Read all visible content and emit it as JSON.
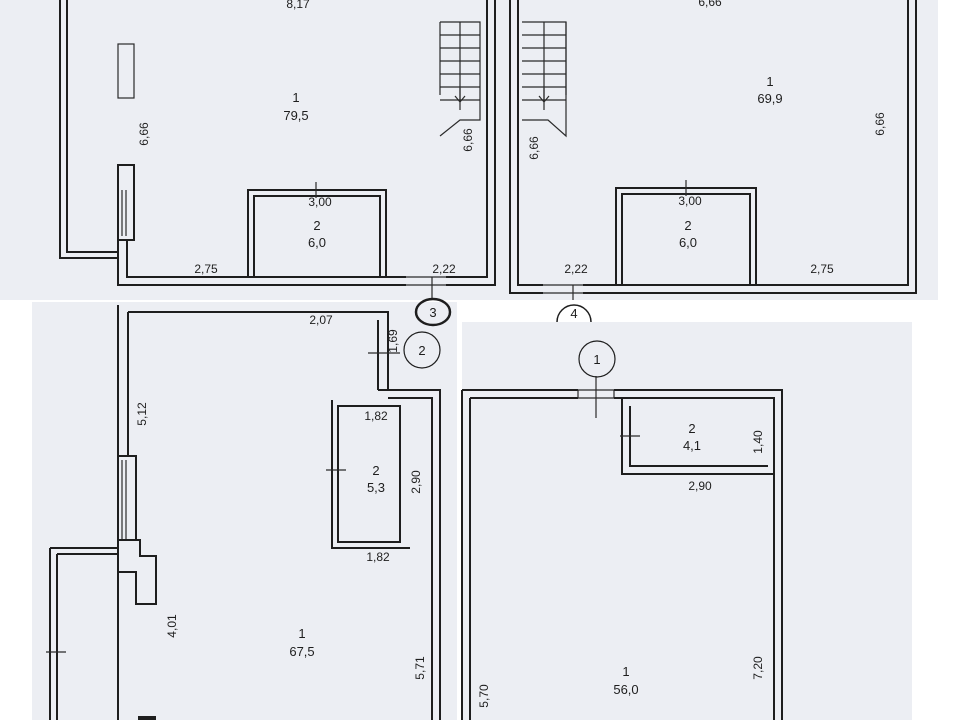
{
  "plans": {
    "top_left": {
      "room1_num": "1",
      "room1_area": "79,5",
      "room2_num": "2",
      "room2_area": "6,0",
      "dim_top": "8,17",
      "dim_left": "6,66",
      "dim_stair": "6,66",
      "dim_room2": "3,00",
      "dim_bottom": "2,75",
      "dim_door": "2,22",
      "marker": "3"
    },
    "top_right": {
      "room1_num": "1",
      "room1_area": "69,9",
      "room2_num": "2",
      "room2_area": "6,0",
      "dim_top": "6,66",
      "dim_left": "6,66",
      "dim_right": "6,66",
      "dim_room2": "3,00",
      "dim_door": "2,22",
      "dim_bottom": "2,75",
      "marker": "4"
    },
    "bottom_left": {
      "dim_top": "2,07",
      "dim_door": "1,69",
      "marker": "2",
      "dim_left": "5,12",
      "dim_room2_top": "1,82",
      "dim_room2_side": "2,90",
      "dim_room2_bottom": "1,82",
      "room2_num": "2",
      "room2_area": "5,3",
      "dim_lower_left": "4,01",
      "dim_right": "5,71",
      "room1_num": "1",
      "room1_area": "67,5"
    },
    "bottom_right": {
      "marker": "1",
      "room2_num": "2",
      "room2_area": "4,1",
      "dim_room2_side": "1,40",
      "dim_room2_bottom": "2,90",
      "dim_left": "5,70",
      "dim_right": "7,20",
      "room1_num": "1",
      "room1_area": "56,0"
    }
  }
}
